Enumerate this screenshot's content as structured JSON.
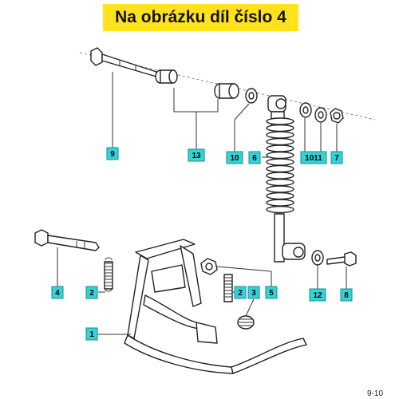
{
  "banner": {
    "title": "Na obrázku díl číslo 4"
  },
  "callouts": [
    {
      "id": "9",
      "label": "9"
    },
    {
      "id": "13",
      "label": "13"
    },
    {
      "id": "10a",
      "label": "10"
    },
    {
      "id": "6",
      "label": "6"
    },
    {
      "id": "1011",
      "label": "1011"
    },
    {
      "id": "7",
      "label": "7"
    },
    {
      "id": "4",
      "label": "4"
    },
    {
      "id": "2a",
      "label": "2"
    },
    {
      "id": "2b",
      "label": "2"
    },
    {
      "id": "3",
      "label": "3"
    },
    {
      "id": "5",
      "label": "5"
    },
    {
      "id": "12",
      "label": "12"
    },
    {
      "id": "8",
      "label": "8"
    },
    {
      "id": "1",
      "label": "1"
    }
  ],
  "page_code": "9-10",
  "colors": {
    "banner": "#ffe21c",
    "callout": "#34d3d8"
  }
}
